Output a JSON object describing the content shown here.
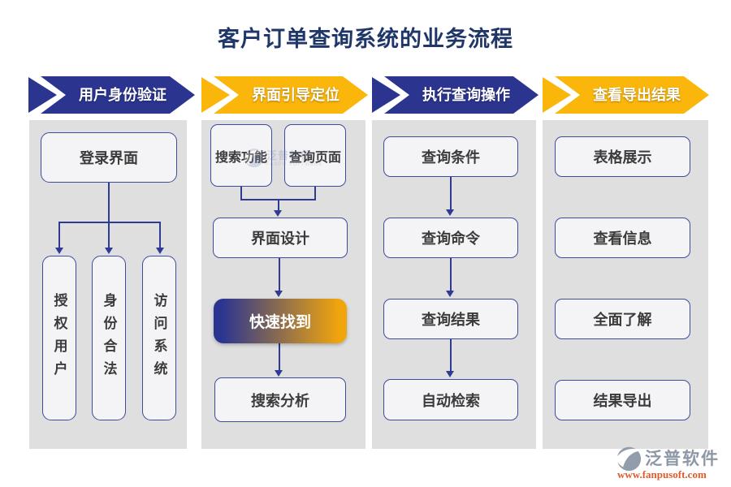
{
  "title": "客户订单查询系统的业务流程",
  "columns": [
    {
      "header": "用户身份验证",
      "boxes": {
        "top": "登录界面",
        "leaves": [
          "授权用户",
          "身份合法",
          "访问系统"
        ]
      }
    },
    {
      "header": "界面引导定位",
      "boxes": {
        "pair": [
          "搜索功能",
          "查询页面"
        ],
        "flow": [
          "界面设计",
          "快速找到",
          "搜索分析"
        ]
      }
    },
    {
      "header": "执行查询操作",
      "boxes": {
        "flow": [
          "查询条件",
          "查询命令",
          "查询结果",
          "自动检索"
        ]
      }
    },
    {
      "header": "查看导出结果",
      "boxes": {
        "flow": [
          "表格展示",
          "查看信息",
          "全面了解",
          "结果导出"
        ]
      }
    }
  ],
  "watermark": {
    "brand": "泛普软件",
    "sub": "FANPU SOFTWARE"
  },
  "footer": {
    "brand": "泛普软件",
    "url": "www.fanpusoft.com"
  },
  "colors": {
    "navy": "#2b3590",
    "gold": "#fbb60b",
    "panel_gray": "#dfdfdf",
    "box_fill": "#f4f4f6",
    "box_border": "#3f4b9e",
    "connector": "#2e3a94",
    "title_navy": "#1e3668",
    "gradient_start": "#2b3590",
    "gradient_end": "#f0a50c",
    "logo_gray": "#8d98a6",
    "url_orange": "#e05a2b"
  }
}
